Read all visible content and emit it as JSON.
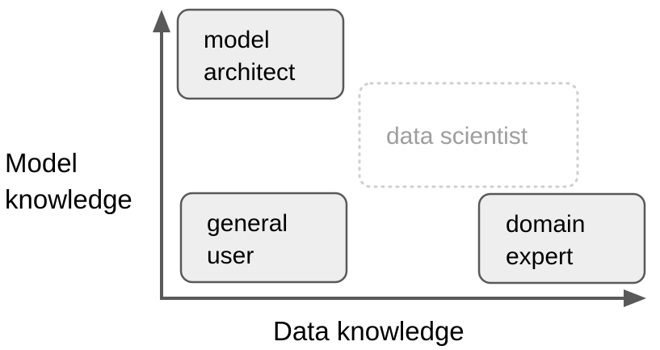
{
  "axes": {
    "x_label": "Data knowledge",
    "y_label": [
      "Model",
      "knowledge"
    ]
  },
  "roles": {
    "model_architect": [
      "model",
      "architect"
    ],
    "data_scientist": "data scientist",
    "general_user": [
      "general",
      "user"
    ],
    "domain_expert": [
      "domain",
      "expert"
    ]
  },
  "colors": {
    "axis": "#595959",
    "box_fill": "#eeeeee",
    "box_stroke": "#595959",
    "faded_text": "#9e9e9e",
    "dotted_stroke": "#cfcfcf"
  }
}
